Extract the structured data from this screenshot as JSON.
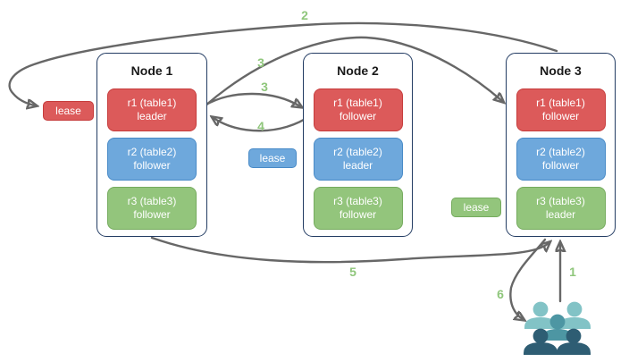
{
  "diagram": {
    "nodes": [
      {
        "title": "Node 1",
        "replicas": [
          {
            "name": "r1 (table1)",
            "role": "leader",
            "color": "red"
          },
          {
            "name": "r2 (table2)",
            "role": "follower",
            "color": "blue"
          },
          {
            "name": "r3 (table3)",
            "role": "follower",
            "color": "green"
          }
        ]
      },
      {
        "title": "Node 2",
        "replicas": [
          {
            "name": "r1 (table1)",
            "role": "follower",
            "color": "red"
          },
          {
            "name": "r2 (table2)",
            "role": "leader",
            "color": "blue"
          },
          {
            "name": "r3 (table3)",
            "role": "follower",
            "color": "green"
          }
        ]
      },
      {
        "title": "Node 3",
        "replicas": [
          {
            "name": "r1 (table1)",
            "role": "follower",
            "color": "red"
          },
          {
            "name": "r2 (table2)",
            "role": "follower",
            "color": "blue"
          },
          {
            "name": "r3 (table3)",
            "role": "leader",
            "color": "green"
          }
        ]
      }
    ],
    "leases": [
      {
        "label": "lease",
        "color": "red"
      },
      {
        "label": "lease",
        "color": "blue"
      },
      {
        "label": "lease",
        "color": "green"
      }
    ],
    "step_labels": [
      "2",
      "3",
      "3",
      "4",
      "5",
      "6",
      "1"
    ],
    "colors": {
      "replica_red": "#DC5A5A",
      "replica_red_border": "#C63C3C",
      "replica_blue": "#6EA8DC",
      "replica_blue_border": "#488AC7",
      "replica_green": "#93C57C",
      "replica_green_border": "#75AB5E",
      "node_border": "#233C63",
      "arrow": "#676767",
      "step_label": "#8FC67B",
      "users_light": "#82C3C6",
      "users_mid": "#4D96A3",
      "users_dark": "#2E5D73"
    }
  }
}
